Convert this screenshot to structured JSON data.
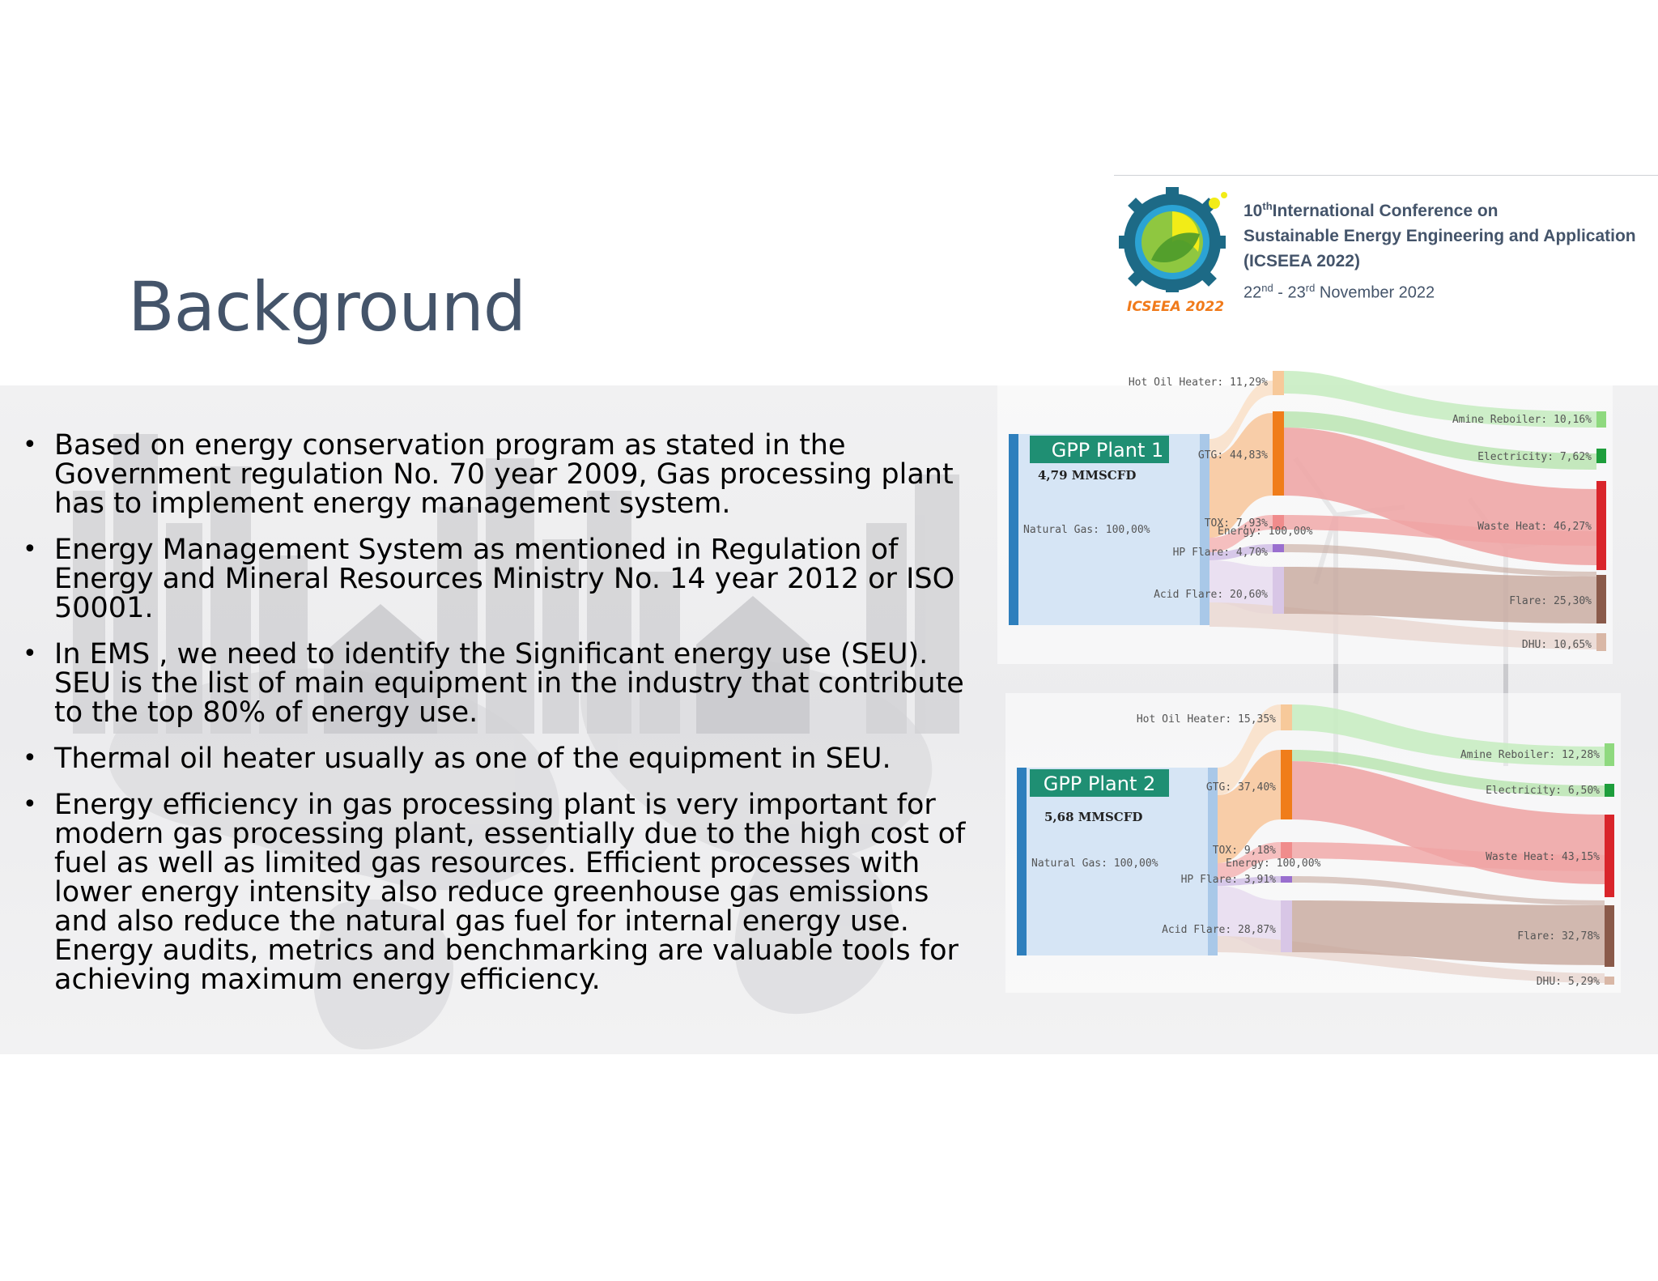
{
  "slide": {
    "title": "Background"
  },
  "conference": {
    "logo_text": "ICSEEA 2022",
    "line1_num": "10",
    "line1_sup": "th",
    "line1_rest": "International Conference on",
    "line2": "Sustainable Energy Engineering and Application",
    "line3": "(ICSEEA 2022)",
    "date_d1": "22",
    "date_s1": "nd",
    "date_mid": " - 23",
    "date_s2": "rd",
    "date_rest": " November 2022"
  },
  "bullets": [
    "Based on energy conservation program as stated in the Government regulation No. 70 year 2009, Gas processing plant has to implement energy management system.",
    "Energy Management System as mentioned in Regulation of Energy and Mineral Resources Ministry No. 14 year 2012 or ISO 50001.",
    "In EMS , we need to identify the Significant energy use (SEU). SEU is the list of main equipment in the industry that contribute to the top 80% of energy use.",
    "Thermal oil heater usually as one of the equipment in SEU.",
    "Energy efficiency in gas processing plant is very important for modern gas processing plant, essentially due to the high cost of fuel as well as limited gas resources. Efficient processes with lower energy intensity also reduce greenhouse gas emissions and also reduce the natural gas fuel for internal energy use. Energy audits, metrics and benchmarking are valuable tools for achieving maximum energy efficiency."
  ],
  "bullet_glyph": "•",
  "sankeys": [
    {
      "plant": "GPP Plant 1",
      "flow_rate": "4,79 MMSCFD",
      "source": "Natural Gas: 100,00%",
      "energy": "Energy: 100,00%",
      "labels": {
        "hot_oil": "Hot Oil Heater: 11,29%",
        "gtg": "GTG: 44,83%",
        "tox": "TOX: 7,93%",
        "hp_flare": "HP Flare: 4,70%",
        "acid_flare": "Acid Flare: 20,60%",
        "amine": "Amine Reboiler: 10,16%",
        "electricity": "Electricity: 7,62%",
        "waste_heat": "Waste Heat: 46,27%",
        "flare": "Flare: 25,30%",
        "dhu": "DHU: 10,65%"
      }
    },
    {
      "plant": "GPP Plant 2",
      "flow_rate": "5,68 MMSCFD",
      "source": "Natural Gas: 100,00%",
      "energy": "Energy: 100,00%",
      "labels": {
        "hot_oil": "Hot Oil Heater: 15,35%",
        "gtg": "GTG: 37,40%",
        "tox": "TOX: 9,18%",
        "hp_flare": "HP Flare: 3,91%",
        "acid_flare": "Acid Flare: 28,87%",
        "amine": "Amine Reboiler: 12,28%",
        "electricity": "Electricity: 6,50%",
        "waste_heat": "Waste Heat: 43,15%",
        "flare": "Flare: 32,78%",
        "dhu": "DHU: 5,29%"
      }
    }
  ],
  "colors": {
    "title": "#44546a",
    "plant_label_bg": "#1f8f73",
    "source_bar": "#2e7fbd",
    "energy_bar": "#a9c8e8",
    "hot_oil": "#f7c99a",
    "gtg": "#f5a35e",
    "gtg_bar": "#f07d1a",
    "waste_heat": "#d9252b",
    "electricity": "#1e9e3c",
    "amine": "#8fd97f",
    "flare": "#8a5a4a",
    "acid_flare": "#d8c6e6",
    "hp_flare": "#9a6fcf",
    "tox": "#f08c8c"
  }
}
